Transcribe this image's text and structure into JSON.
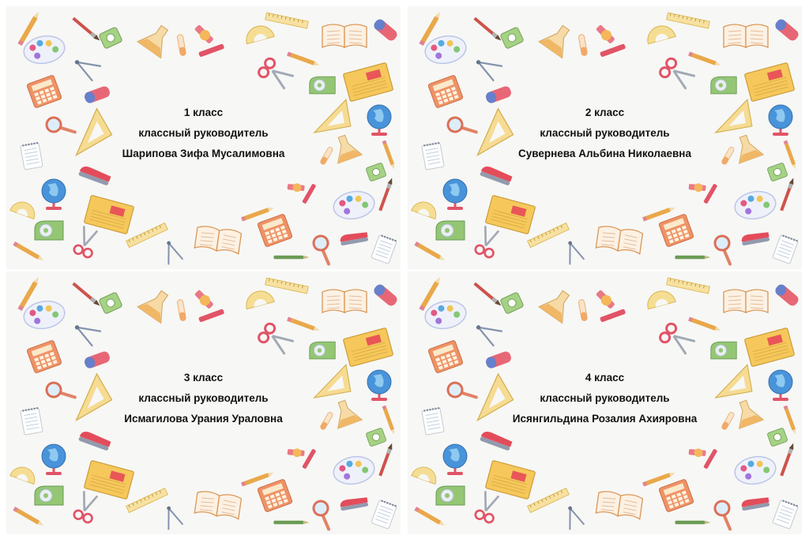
{
  "cards": [
    {
      "grade": "1 класс",
      "role": "классный руководитель",
      "teacher": "Шарипова Зифа Мусалимовна"
    },
    {
      "grade": "2 класс",
      "role": "классный руководитель",
      "teacher": "Сувернева Альбина Николаевна"
    },
    {
      "grade": "3 класс",
      "role": "классный руководитель",
      "teacher": "Исмагилова Урания Ураловна"
    },
    {
      "grade": "4 класс",
      "role": "классный руководитель",
      "teacher": "Исянгильдина Розалия Ахияровна"
    }
  ],
  "decor_icons": [
    "pencil-icon",
    "palette-icon",
    "paintbrush-icon",
    "sharpener-icon",
    "flask-icon",
    "test-tube-icon",
    "microscope-icon",
    "protractor-icon",
    "ruler-icon",
    "book-icon",
    "eraser-icon",
    "calculator-icon",
    "compass-icon",
    "scissors-icon",
    "tape-dispenser-icon",
    "notebook-icon",
    "magnifier-icon",
    "set-square-icon",
    "globe-icon",
    "stapler-icon",
    "notepad-icon"
  ]
}
